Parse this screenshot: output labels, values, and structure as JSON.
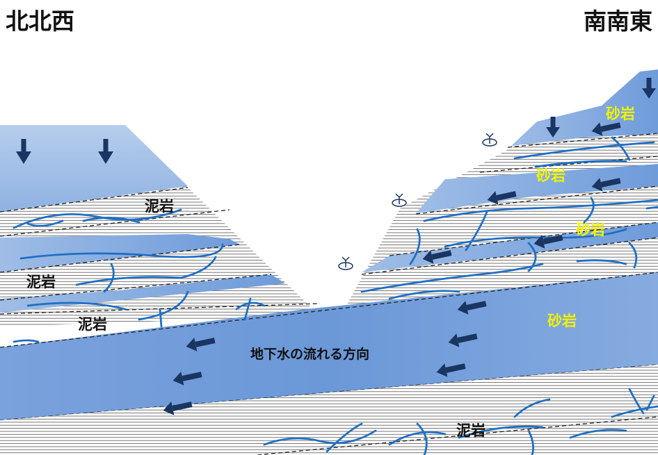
{
  "directions": {
    "left": "北北西",
    "right": "南南東"
  },
  "labels": {
    "mudstone": "泥岩",
    "sandstone": "砂岩",
    "flow": "地下水の流れる方向"
  },
  "icons": {
    "arrow_down": "down-arrow-icon",
    "arrow_left": "left-arrow-icon",
    "spring": "spring-icon"
  },
  "colors": {
    "water": "#3b78d0",
    "arrow": "#1a3561",
    "crack": "#1f6fc4",
    "sandstone_label": "#f2f200",
    "mudstone_hatch": "#555555"
  }
}
